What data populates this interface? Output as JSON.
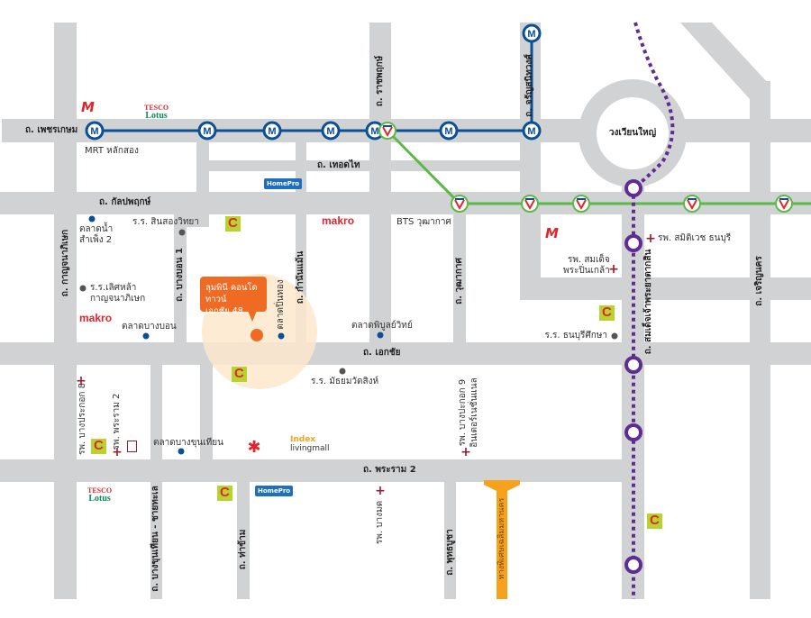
{
  "map": {
    "colors": {
      "road": "#d1d2d4",
      "mrt": "#0b4f95",
      "bts": "#5cb946",
      "purple": "#5e2d91",
      "expressway": "#f6a21b",
      "marker": "#ef6b24"
    },
    "marker": {
      "line1": "ลุมพินี คอนโดทาวน์",
      "line2": "เอกชัย 48"
    },
    "roads": {
      "phetkasem": "ถ. เพชรเกษม",
      "thoetthai": "ถ. เทอดไท",
      "kanlapaphruek": "ถ. กัลปพฤกษ์",
      "ekkachai": "ถ. เอกชัย",
      "rama2": "ถ. พระราม 2",
      "ratchaphruek": "ถ. ราชพฤกษ์",
      "charansanitwong": "ถ. จรัญสนิทวงศ์",
      "kanchanaphisek": "ถ. กาญจนาภิเษก",
      "bangbon1": "ถ. บางบอน 1",
      "kamnanmaen": "ถ. กำนันแม้น",
      "wutthakat": "ถ. วุฒากาศ",
      "taksin": "ถ. สมเด็จเจ้าพระยาตากสิน",
      "charoennakhon": "ถ. เจริญนคร",
      "bangkhunthian": "ถ. บางขุนเทียน - ชายทะเล",
      "thakham": "ถ. ท่าข้าม",
      "phutthabucha": "ถ. พุทธบูชา",
      "expressway": "ทางพิเศษเฉลิมมหานคร",
      "roundabout": "วงเวียนใหญ่"
    },
    "places": {
      "mrt_laksong": "MRT หลักสอง",
      "bts_wutthakat": "BTS วุฒากาศ",
      "school_sinsong": "ร.ร. สินสองวิทยา",
      "floating_market_1": "ตลาดน้ำ",
      "floating_market_2": "สำเพ็ง 2",
      "school_loetla_1": "ร.ร.เลิศหล้า",
      "school_loetla_2": "กาญจนาภิเษก",
      "makro": "makro",
      "market_bangbon": "ตลาดบางบอน",
      "market_pinthong": "ตลาดปิ่นทอง",
      "market_phibun": "ตลาดพิบูลย์วิทย์",
      "school_wat_sing": "ร.ร. มัธยมวัดสิงห์",
      "hospital_samitivej": "รพ. สมิติเวช ธนบุรี",
      "hospital_pinklao_1": "รพ. สมเด็จ",
      "hospital_pinklao_2": "พระปิ่นเกล้า",
      "school_thonburi": "ร.ร. ธนบุรีศึกษา",
      "market_bangkhunthian": "ตลาดบางขุนเทียน",
      "hospital_bangprakok8": "รพ. บางประกอก 8",
      "hospital_rama2": "รพ. พระราม 2",
      "hospital_bangpakok9_1": "รพ. บางปะกอก 9",
      "hospital_bangpakok9_2": "อินเตอร์เนชั่นแนล",
      "hospital_bangmot": "รพ. บางมด",
      "index_1": "Index",
      "index_2": "livingmall",
      "tesco_1": "TESCO",
      "tesco_2": "Lotus",
      "the_mall": "M",
      "homepro": "HomePro",
      "mrt_symbol": "M"
    }
  }
}
